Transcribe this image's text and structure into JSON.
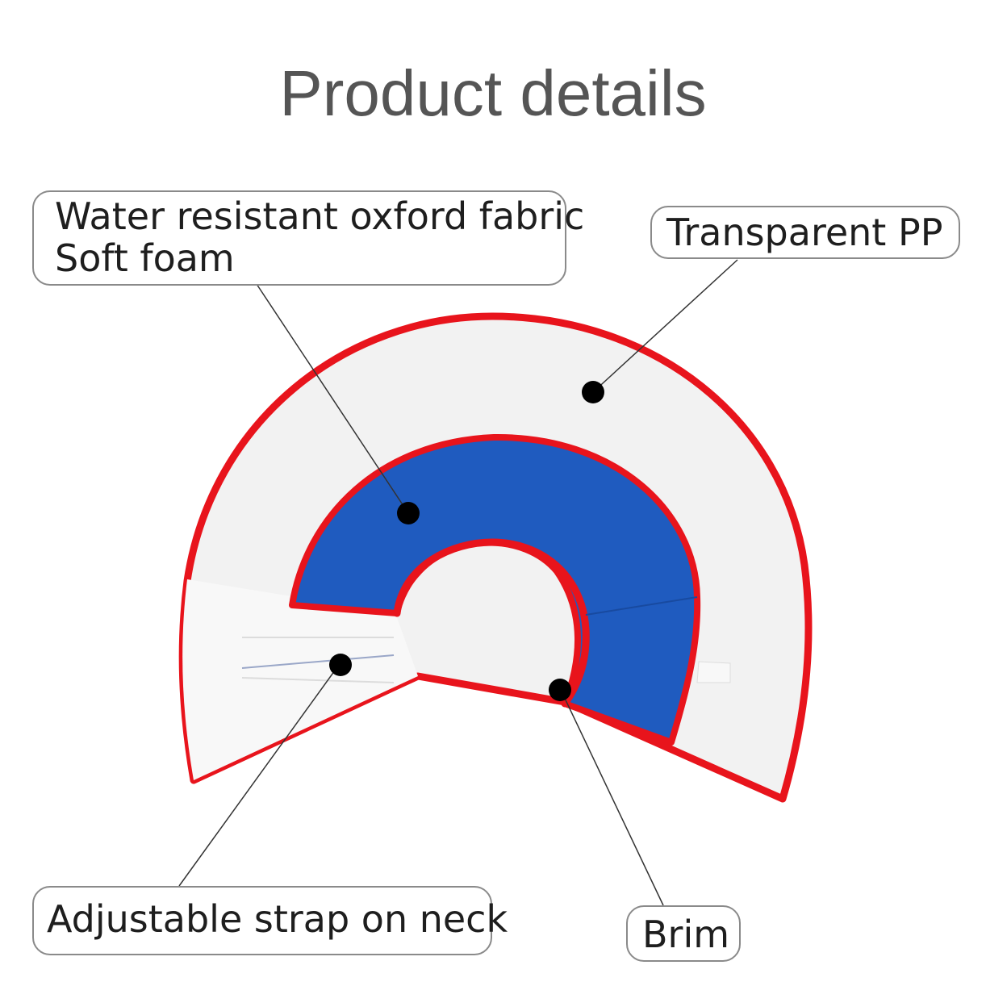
{
  "title": "Product details",
  "callouts": {
    "fabric": {
      "line1": "Water resistant oxford fabric",
      "line2": "Soft foam"
    },
    "pp": {
      "label": "Transparent PP"
    },
    "strap": {
      "label": "Adjustable strap on neck"
    },
    "brim": {
      "label": "Brim"
    }
  },
  "colors": {
    "trim_red": "#e8141c",
    "foam_blue": "#1f5bbf",
    "pp_white": "#f1f1f1",
    "title_gray": "#555555"
  }
}
